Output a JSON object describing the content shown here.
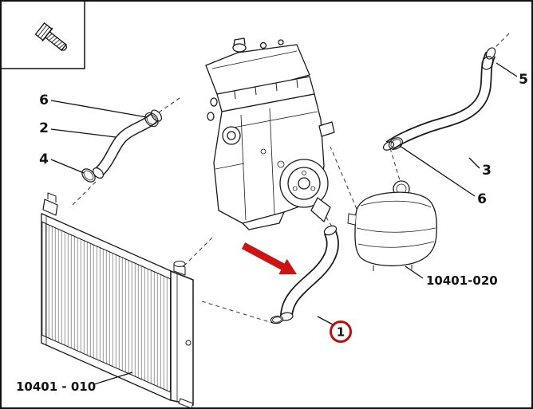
{
  "diagram": {
    "background": "#ffffff",
    "line_color": "#1a1a1a",
    "highlight_color": "#cc1414",
    "callouts": {
      "clamp_upper_left": {
        "text": "6"
      },
      "hose_upper_left": {
        "text": "2"
      },
      "clamp_lower_left": {
        "text": "4"
      },
      "hose_end_upper_right": {
        "text": "5"
      },
      "hose_right": {
        "text": "3"
      },
      "clamp_right": {
        "text": "6"
      },
      "highlighted_hose": {
        "text": "1"
      }
    },
    "part_numbers": {
      "expansion_tank": {
        "text": "10401-020"
      },
      "radiator": {
        "text": "10401 - 010"
      }
    },
    "icons": {
      "bolt": "bolt-icon",
      "red_arrow": "highlight-arrow-icon",
      "red_circle": "highlight-circle"
    }
  }
}
